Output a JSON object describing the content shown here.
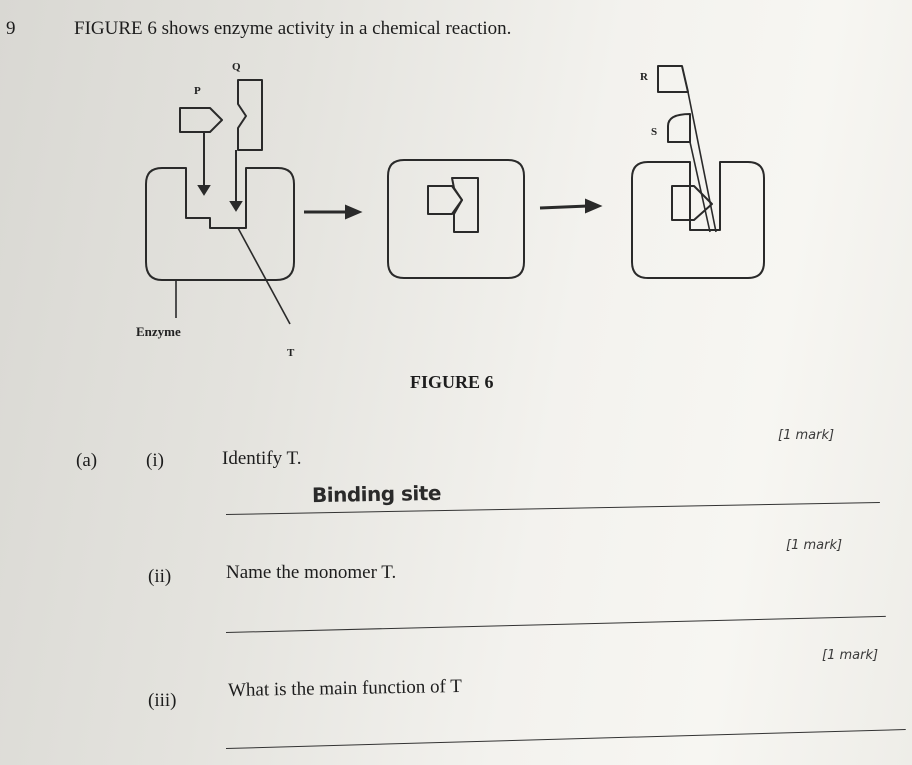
{
  "question": {
    "number": "9",
    "intro": "FIGURE 6 shows enzyme activity in a chemical reaction."
  },
  "figure": {
    "labels": {
      "P": "P",
      "Q": "Q",
      "R": "R",
      "S": "S",
      "T": "T",
      "enzyme": "Enzyme"
    },
    "caption": "FIGURE 6"
  },
  "parts": {
    "a": {
      "label": "(a)",
      "i": {
        "label": "(i)",
        "text": "Identify T.",
        "marks": "[1 mark]",
        "answer": "Binding site"
      },
      "ii": {
        "label": "(ii)",
        "text": "Name the monomer T.",
        "marks": "[1 mark]"
      },
      "iii": {
        "label": "(iii)",
        "text": "What is the main function of T",
        "marks": "[1 mark]"
      }
    }
  },
  "colors": {
    "ink": "#1d1d1d",
    "paper": "#f3f2ee",
    "shade": "#d9d8d3"
  }
}
